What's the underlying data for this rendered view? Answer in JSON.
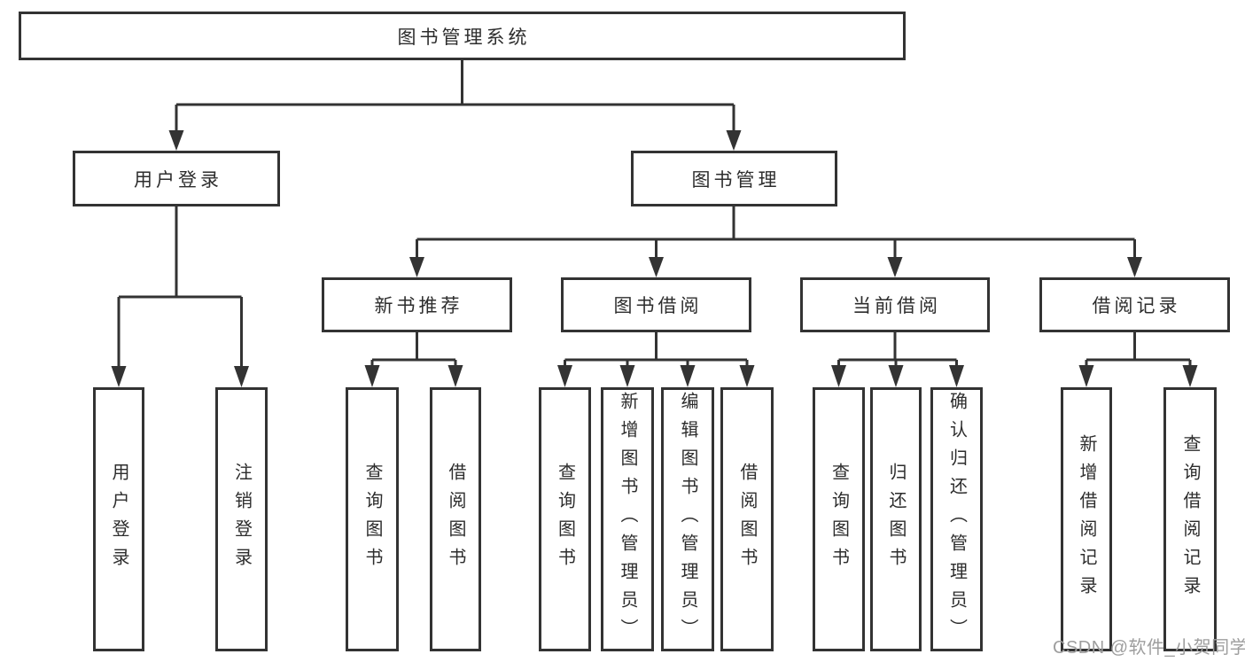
{
  "diagram": {
    "nodes": {
      "root": "图书管理系统",
      "user_login": "用户登录",
      "book_management": "图书管理",
      "new_book_recommend": "新书推荐",
      "book_borrowing": "图书借阅",
      "current_borrowing": "当前借阅",
      "borrowing_records": "借阅记录"
    },
    "leaves": {
      "user_login": "用户登录",
      "logout": "注销登录",
      "nb_query_books": "查询图书",
      "nb_borrow_books": "借阅图书",
      "bb_query_books": "查询图书",
      "bb_add_book_admin": "新增图书（管理员）",
      "bb_edit_book_admin": "编辑图书（管理员）",
      "bb_borrow_books": "借阅图书",
      "cb_query_books": "查询图书",
      "cb_return_books": "归还图书",
      "cb_confirm_return_admin": "确认归还（管理员）",
      "br_add_record": "新增借阅记录",
      "br_query_record": "查询借阅记录"
    }
  },
  "watermark": {
    "text": "CSDN @软件_小贺同学"
  },
  "colors": {
    "line": "#333333",
    "box_border": "#333333",
    "box_fill": "#ffffff",
    "text": "#2d2d2d",
    "watermark": "#9e9e9e",
    "background": "#ffffff"
  }
}
